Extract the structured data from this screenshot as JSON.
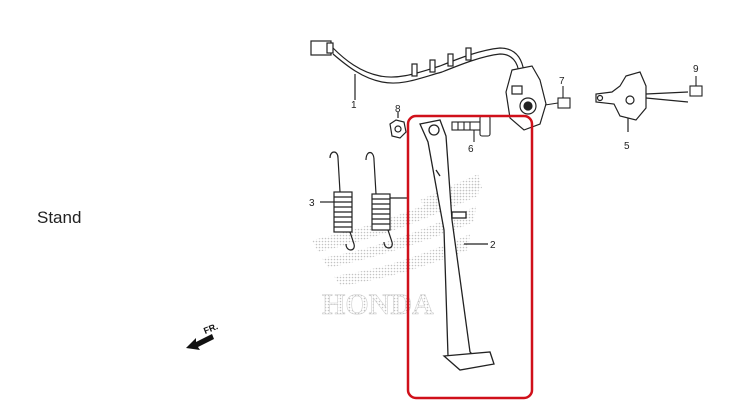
{
  "title": "Stand",
  "watermark": "HONDA",
  "direction": "FR.",
  "parts": [
    {
      "number": "1",
      "part": "cable-harness"
    },
    {
      "number": "2",
      "part": "side-stand"
    },
    {
      "number": "3",
      "part": "spring-left"
    },
    {
      "number": "5",
      "part": "bracket"
    },
    {
      "number": "6",
      "part": "pivot-bolt"
    },
    {
      "number": "7",
      "part": "switch-bolt"
    },
    {
      "number": "8",
      "part": "nut"
    },
    {
      "number": "9",
      "part": "bracket-bolt"
    }
  ],
  "colors": {
    "highlight": "#d0101a",
    "line": "#222222",
    "watermark": "#bdbdbd"
  }
}
